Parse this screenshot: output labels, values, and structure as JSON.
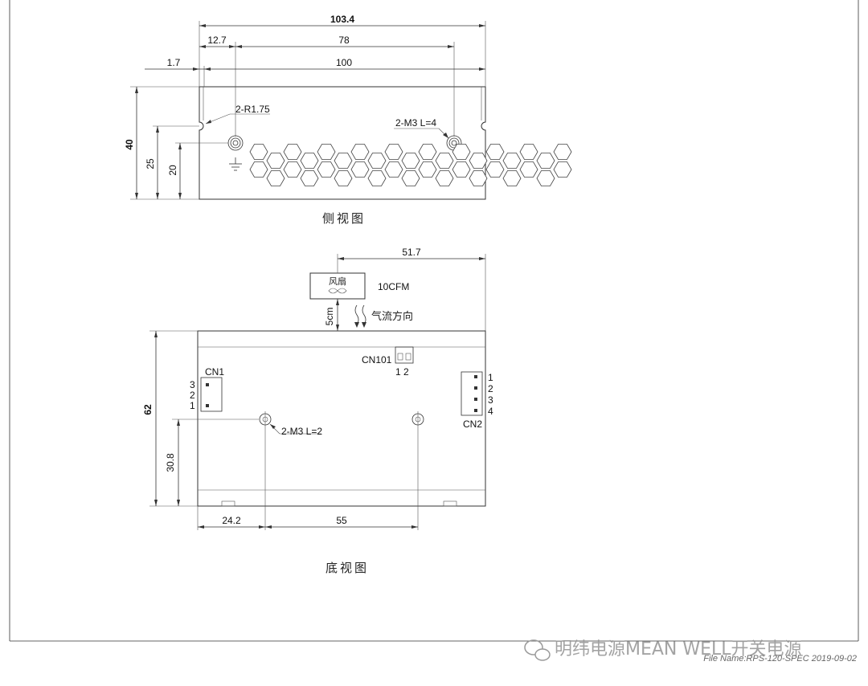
{
  "side_view": {
    "title": "侧视图",
    "dims": {
      "overall": "103.4",
      "d12_7": "12.7",
      "d78": "78",
      "d1_7": "1.7",
      "d100": "100",
      "h40": "40",
      "h25": "25",
      "h20": "20"
    },
    "notes": {
      "radius": "2-R1.75",
      "screw": "2-M3 L=4"
    }
  },
  "bottom_view": {
    "title": "底视图",
    "dims": {
      "d51_7": "51.7",
      "d5cm": "5cm",
      "h62": "62",
      "h30_8": "30.8",
      "d24_2": "24.2",
      "d55": "55"
    },
    "fan": {
      "label": "风扇",
      "cfm": "10CFM",
      "airflow": "气流方向"
    },
    "connectors": {
      "cn1": "CN1",
      "cn1_pins": [
        "3",
        "2",
        "1"
      ],
      "cn2": "CN2",
      "cn2_pins": [
        "1",
        "2",
        "3",
        "4"
      ],
      "cn101": "CN101",
      "cn101_pins": "1 2"
    },
    "notes": {
      "screw": "2-M3 L=2"
    }
  },
  "footer": {
    "watermark": "明纬电源MEAN WELL开关电源",
    "filename": "File Name:RPS-120-SPEC   2019-09-02"
  },
  "colors": {
    "line": "#333333",
    "watermark": "#9a9a9a"
  }
}
